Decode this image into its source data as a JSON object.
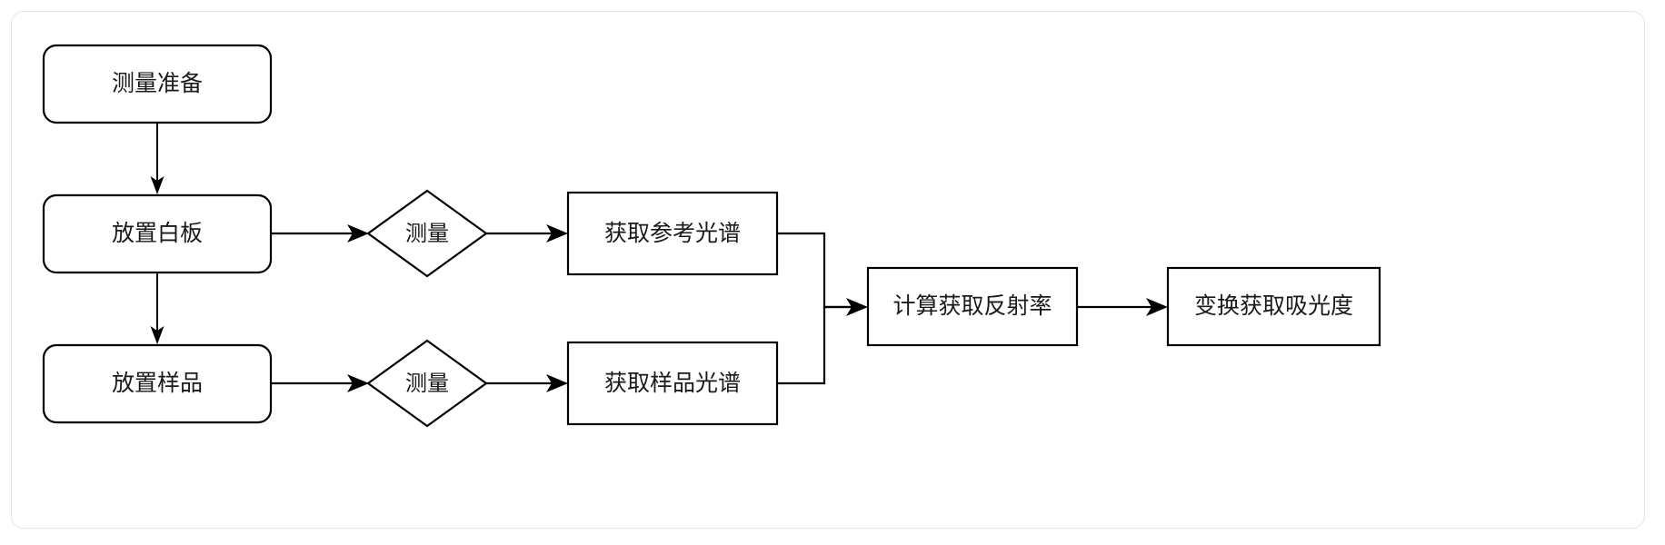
{
  "diagram": {
    "title": "",
    "background_color": "#ffffff",
    "frame_border_color": "#e4e4e8",
    "node_stroke_color": "#000000",
    "node_fill_color": "#ffffff",
    "text_color": "#1a1a1a",
    "type": "flowchart",
    "direction": "left-to-right"
  },
  "nodes": {
    "prepare": {
      "label": "测量准备",
      "shape": "rounded-rectangle"
    },
    "place_whiteboard": {
      "label": "放置白板",
      "shape": "rounded-rectangle"
    },
    "place_sample": {
      "label": "放置样品",
      "shape": "rounded-rectangle"
    },
    "measure_top": {
      "label": "测量",
      "shape": "diamond"
    },
    "measure_bottom": {
      "label": "测量",
      "shape": "diamond"
    },
    "reference_spectrum": {
      "label": "获取参考光谱",
      "shape": "rectangle"
    },
    "sample_spectrum": {
      "label": "获取样品光谱",
      "shape": "rectangle"
    },
    "reflectance": {
      "label": "计算获取反射率",
      "shape": "rectangle"
    },
    "absorbance": {
      "label": "变换获取吸光度",
      "shape": "rectangle"
    }
  },
  "edges": [
    {
      "from": "prepare",
      "to": "place_whiteboard",
      "label": ""
    },
    {
      "from": "place_whiteboard",
      "to": "place_sample",
      "label": ""
    },
    {
      "from": "place_whiteboard",
      "to": "measure_top",
      "label": ""
    },
    {
      "from": "measure_top",
      "to": "reference_spectrum",
      "label": ""
    },
    {
      "from": "place_sample",
      "to": "measure_bottom",
      "label": ""
    },
    {
      "from": "measure_bottom",
      "to": "sample_spectrum",
      "label": ""
    },
    {
      "from": "reference_spectrum",
      "to": "reflectance",
      "label": ""
    },
    {
      "from": "sample_spectrum",
      "to": "reflectance",
      "label": ""
    },
    {
      "from": "reflectance",
      "to": "absorbance",
      "label": ""
    }
  ]
}
